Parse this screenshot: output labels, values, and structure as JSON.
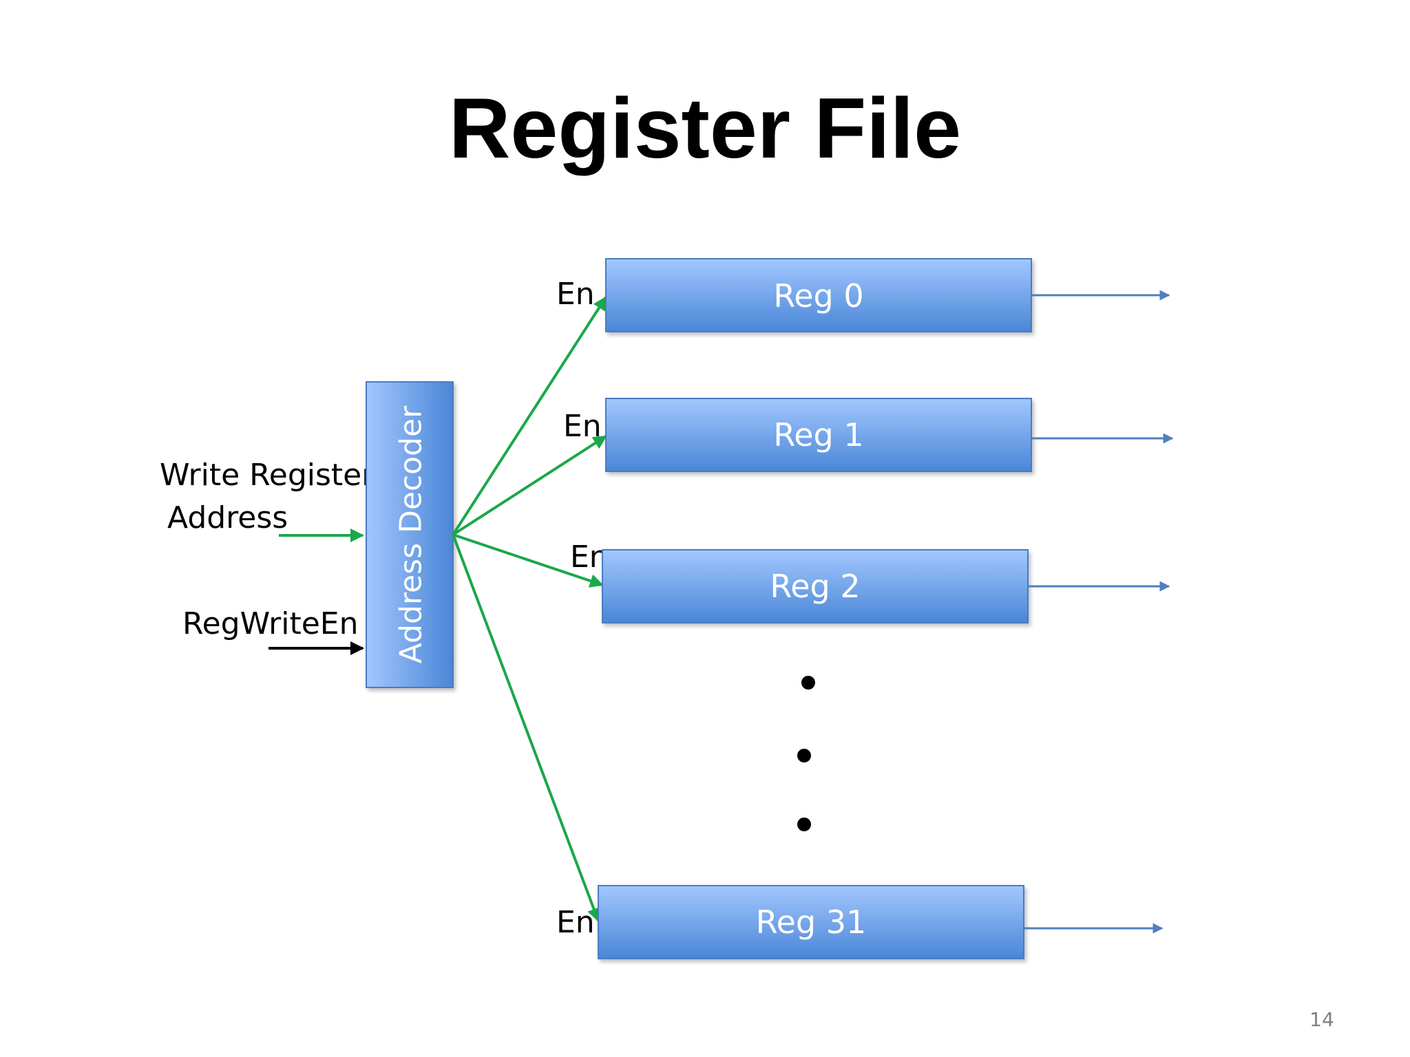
{
  "slide": {
    "title": "Register File",
    "page_number": "14"
  },
  "decoder": {
    "label": "Address Decoder"
  },
  "inputs": {
    "write_register_line1": "Write Register",
    "write_register_line2": "Address",
    "reg_write_en": "RegWriteEn"
  },
  "registers": [
    {
      "label": "Reg 0",
      "enable": "En"
    },
    {
      "label": "Reg 1",
      "enable": "En"
    },
    {
      "label": "Reg 2",
      "enable": "En"
    },
    {
      "label": "Reg 31",
      "enable": "En"
    }
  ],
  "colors": {
    "box_top": "#9dc3ff",
    "box_bottom": "#4a86d6",
    "box_border": "#4a7cc0",
    "decoder_line": "#1aa84a",
    "output_arrow": "#4f7fbf",
    "control_arrow": "#000000"
  }
}
